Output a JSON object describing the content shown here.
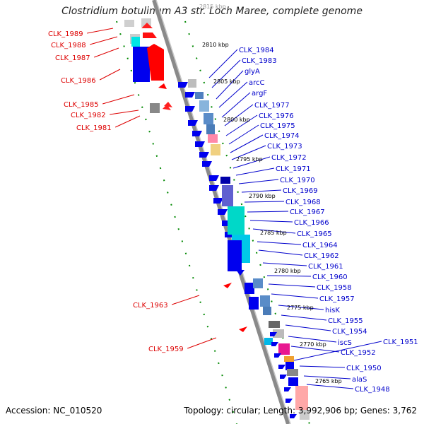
{
  "title": "Clostridium botulinum A3 str. Loch Maree, complete genome",
  "footer": {
    "accession": "Accession: NC_010520",
    "summary": "Topology: circular; Length: 3,992,906 bp; Genes: 3,762"
  },
  "colors": {
    "backbone": "#8a8a8a",
    "reverse_label": "#dd0000",
    "forward_label": "#0000cc",
    "leader_reverse": "#dd0000",
    "leader_forward": "#0000cc",
    "tick_dots": "#008800"
  },
  "scale_labels": [
    "2815 kbp",
    "2810 kbp",
    "2805 kbp",
    "2800 kbp",
    "2795 kbp",
    "2790 kbp",
    "2785 kbp",
    "2780 kbp",
    "2775 kbp",
    "2770 kbp",
    "2765 kbp"
  ],
  "reverse_labels": [
    "CLK_1989",
    "CLK_1988",
    "CLK_1987",
    "CLK_1986",
    "CLK_1985",
    "CLK_1982",
    "CLK_1981",
    "CLK_1963",
    "CLK_1959"
  ],
  "forward_labels": [
    "CLK_1984",
    "CLK_1983",
    "glyA",
    "arcC",
    "argF",
    "CLK_1977",
    "CLK_1976",
    "CLK_1975",
    "CLK_1974",
    "CLK_1973",
    "CLK_1972",
    "CLK_1971",
    "CLK_1970",
    "CLK_1969",
    "CLK_1968",
    "CLK_1967",
    "CLK_1966",
    "CLK_1965",
    "CLK_1964",
    "CLK_1962",
    "CLK_1961",
    "CLK_1960",
    "CLK_1958",
    "CLK_1957",
    "hisK",
    "CLK_1955",
    "CLK_1954",
    "iscS",
    "CLK_1952",
    "CLK_1951",
    "CLK_1950",
    "alaS",
    "CLK_1948"
  ]
}
